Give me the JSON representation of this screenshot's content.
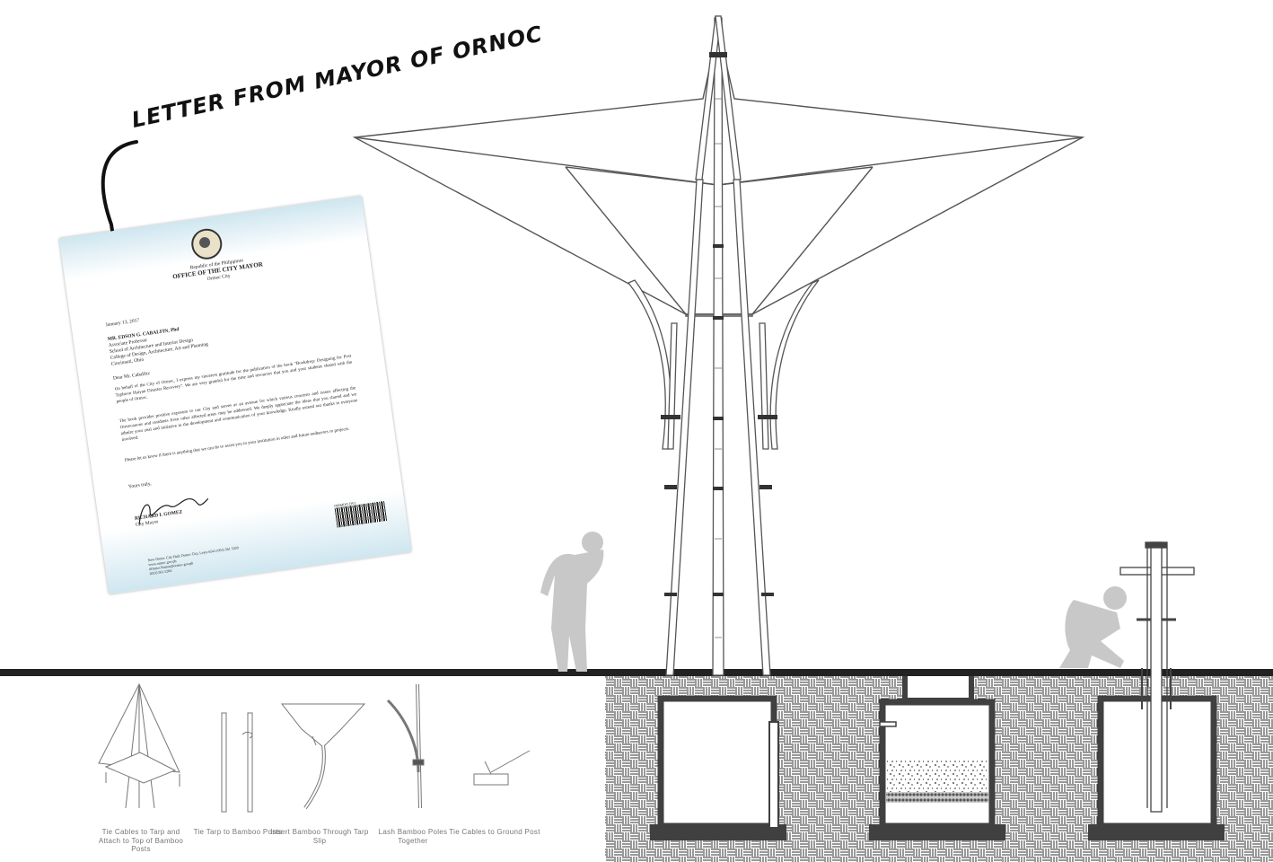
{
  "headline": "LETTER FROM MAYOR OF ORNOC",
  "letter": {
    "republic": "Republic of the Philippines",
    "office": "OFFICE OF THE CITY MAYOR",
    "city": "Ormoc City",
    "date": "January 13, 2017",
    "addressee": "MR. EDSON G. CABALFIN, Phd",
    "addressee_lines": [
      "Associate Professor",
      "School of Architecture and Interior Design",
      "College of Design, Architecture, Art and Planning",
      "Cincinnati, Ohio"
    ],
    "salutation": "Dear Mr. Cabalfin:",
    "paragraphs": [
      "On behalf of the City of Ormoc, I express my sincerest gratitude for the publication of the book \"Bookdrop: Designing for Post Typhoon Haiyan Disaster Recovery\". We are very grateful for the time and resources that you and your students shared with the people of Ormoc.",
      "The book provides positive exposure to our City and serves as an avenue for which various concerns and issues affecting the Ormocanons and residents from other affected areas may be addressed. We deeply appreciate the ideas that you shared and we admire your zeal and initiative in the development and communication of your knowledge. Kindly extend our thanks to everyone involved.",
      "Please let us know if there is anything that we can do to assist you in your institution in other and future endeavors or projects."
    ],
    "closing": "Yours truly,",
    "signer": "RICHARD I. GOMEZ",
    "signer_title": "City Mayor",
    "barcode_label": "OMMDO DVI",
    "footer_lines": [
      "New Ormoc City Hall, Ormoc City, Leyte 6541 (053) 561 5450",
      "www.ormoc.gov.ph",
      "#OrmocNation@ormoc.gov.ph",
      "(053) 561 5284"
    ]
  },
  "steps": [
    {
      "label": "Tie Cables to Tarp and Attach to Top of Bamboo Posts"
    },
    {
      "label": "Tie Tarp to Bamboo Posts"
    },
    {
      "label": "Insert Bamboo Through Tarp Slip"
    },
    {
      "label": "Lash Bamboo Poles Together"
    },
    {
      "label": "Tie Cables to Ground Post"
    }
  ],
  "colors": {
    "line": "#555555",
    "ground": "#222222",
    "figure": "#c8c8c8",
    "foundation": "#404040",
    "step_text": "#777777",
    "letter_wash": "#cfe6f0"
  }
}
